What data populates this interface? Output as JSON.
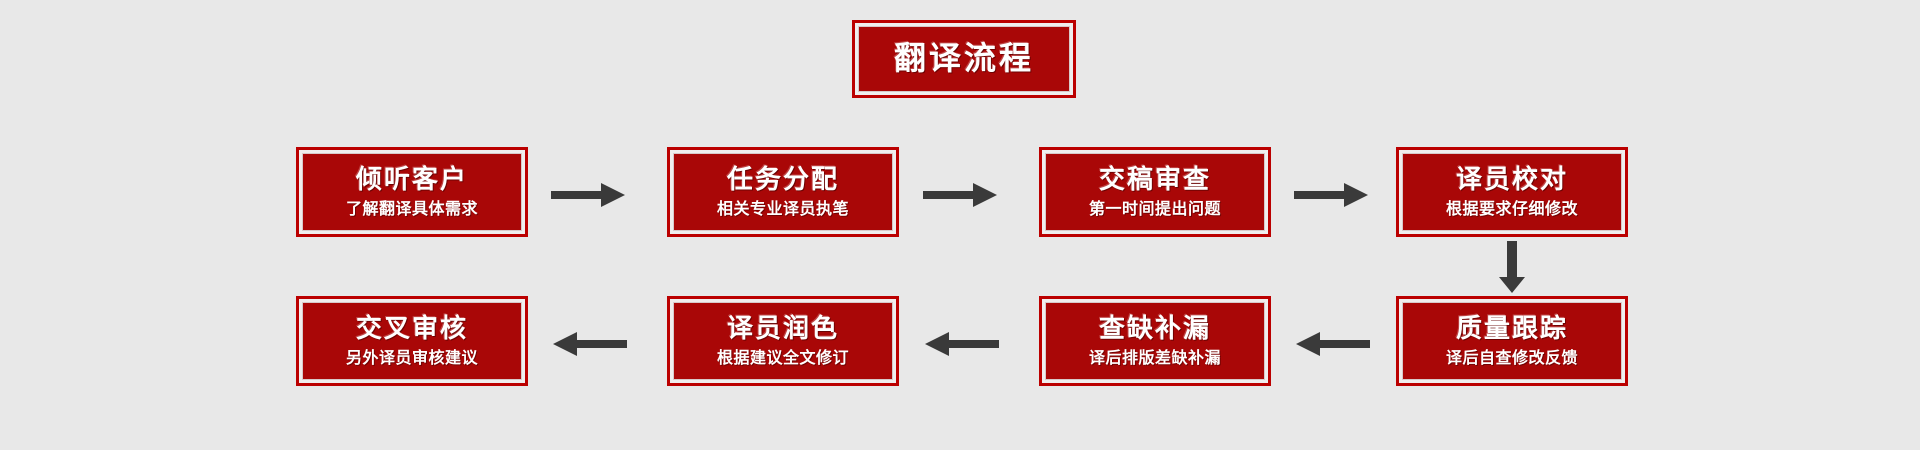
{
  "diagram": {
    "background_color": "#e8e8e8",
    "box_fill_color": "#a90707",
    "box_border_color": "#bb0000",
    "arrow_color": "#3a3a3a",
    "text_color": "#ffffff",
    "title": {
      "label": "翻译流程"
    },
    "steps": [
      {
        "id": 1,
        "title": "倾听客户",
        "subtitle": "了解翻译具体需求"
      },
      {
        "id": 2,
        "title": "任务分配",
        "subtitle": "相关专业译员执笔"
      },
      {
        "id": 3,
        "title": "交稿审查",
        "subtitle": "第一时间提出问题"
      },
      {
        "id": 4,
        "title": "译员校对",
        "subtitle": "根据要求仔细修改"
      },
      {
        "id": 5,
        "title": "质量跟踪",
        "subtitle": "译后自查修改反馈"
      },
      {
        "id": 6,
        "title": "查缺补漏",
        "subtitle": "译后排版差缺补漏"
      },
      {
        "id": 7,
        "title": "译员润色",
        "subtitle": "根据建议全文修订"
      },
      {
        "id": 8,
        "title": "交叉审核",
        "subtitle": "另外译员审核建议"
      }
    ],
    "connectors": [
      {
        "id": "a1",
        "direction": "right",
        "from": 1,
        "to": 2
      },
      {
        "id": "a2",
        "direction": "right",
        "from": 2,
        "to": 3
      },
      {
        "id": "a3",
        "direction": "right",
        "from": 3,
        "to": 4
      },
      {
        "id": "a4",
        "direction": "down",
        "from": 4,
        "to": 5
      },
      {
        "id": "a5",
        "direction": "left",
        "from": 5,
        "to": 6
      },
      {
        "id": "a6",
        "direction": "left",
        "from": 6,
        "to": 7
      },
      {
        "id": "a7",
        "direction": "left",
        "from": 7,
        "to": 8
      }
    ]
  }
}
